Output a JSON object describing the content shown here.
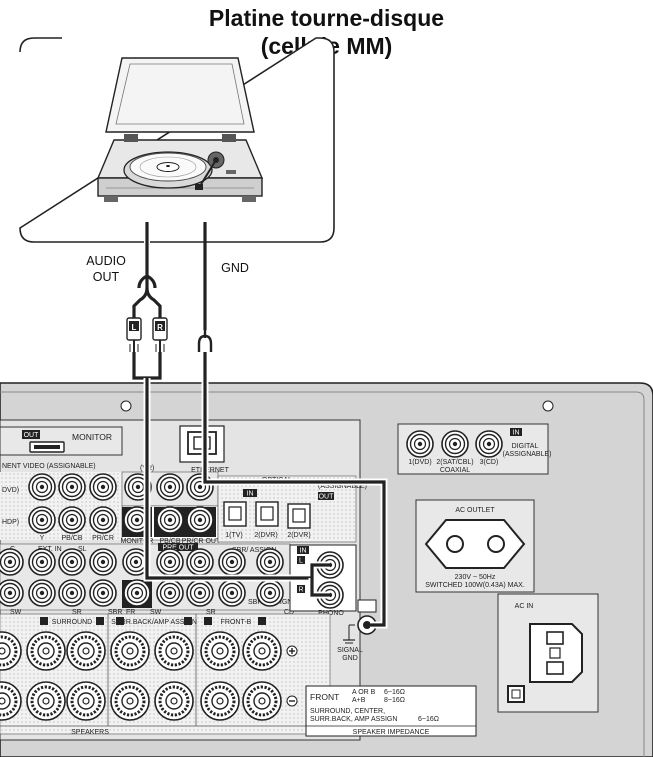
{
  "title_line1": "Platine tourne-disque",
  "title_line2": "(cellule MM)",
  "cable_labels": {
    "audio_out_1": "AUDIO",
    "audio_out_2": "OUT",
    "gnd": "GND"
  },
  "plug_labels": {
    "left": "L",
    "right": "R"
  },
  "panel": {
    "out_badge": "OUT",
    "monitor": "MONITOR",
    "component_video": "NENT VIDEO (ASSIGNABLE)",
    "dvd": "DVD)",
    "hdp": "HDP)",
    "jack_y": "Y",
    "jack_pb": "PB/CB",
    "jack_pr": "PR/CR",
    "monitor_small": "MONITOR",
    "pb_cb_2": "PB/CB",
    "pr_cr_out": "PR/CR OUT",
    "vr": "(VR)",
    "ethernet": "ETHERNET",
    "optical": "OPTICAL",
    "assignable": "(ASSIGNABLE)",
    "in_badge": "IN",
    "out_badge2": "OUT",
    "opt_1tv": "1(TV)",
    "opt_2dvr": "2(DVR)",
    "opt_2dvr_out": "2(DVR)",
    "c_label": "C",
    "ext_in": "EXT. IN",
    "sl": "SL",
    "pre_out": "PRE OUT",
    "sbr_assign": "SBR/ ASSIGN",
    "sbr_assign2": "SBR/ ASSIGN",
    "sw": "SW",
    "sr": "SR",
    "sbr": "SBR",
    "fr": "FR",
    "sw2": "SW",
    "sr2": "SR",
    "cd": "CD",
    "phono": "PHONO",
    "in_badge2": "IN",
    "l_badge": "L",
    "r_badge": "R",
    "signal_gnd_1": "SIGNAL",
    "signal_gnd_2": "GND",
    "coax_in": "IN",
    "coax_dvd": "1(DVD)",
    "coax_sat": "2(SAT/CBL)",
    "coax_cd": "3(CD)",
    "coaxial": "COAXIAL",
    "digital": "DIGITAL",
    "digital_assign": "(ASSIGNABLE)",
    "ac_outlet": "AC OUTLET",
    "ac_spec1": "230V ~ 50Hz",
    "ac_spec2": "SWITCHED 100W(0.43A) MAX.",
    "ac_in": "AC IN",
    "surround": "SURROUND",
    "surr_back": "SURR.BACK/AMP ASSIGN",
    "front_b": "FRONT-B",
    "speakers": "SPEAKERS",
    "imp_front": "FRONT",
    "imp_aorb": "A OR B",
    "imp_ab": "A+B",
    "imp_v1": "6~16Ω",
    "imp_v2": "8~16Ω",
    "imp_surround": "SURROUND, CENTER,",
    "imp_surrback": "SURR.BACK, AMP ASSIGN",
    "imp_v3": "6~16Ω",
    "speaker_impedance": "SPEAKER IMPEDANCE"
  }
}
